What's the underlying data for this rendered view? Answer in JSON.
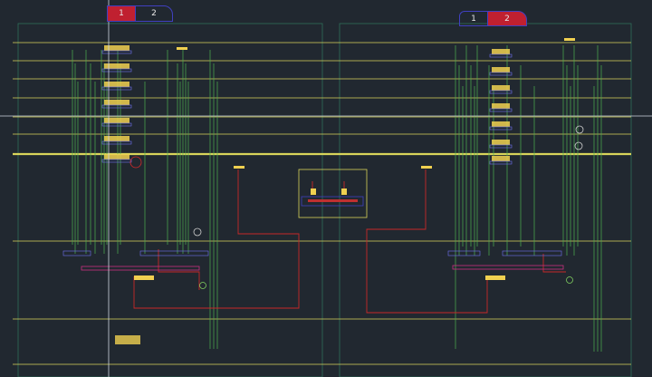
{
  "drawing": {
    "background": "#212830",
    "colors": {
      "level_line": "#d8d45a",
      "pipe_green": "#4caf50",
      "pipe_red": "#d42a2a",
      "equipment_yellow": "#f0d050",
      "frame": "#2f6f5a",
      "crosshair": "#cfd6e0",
      "tab_border": "#4040c0",
      "tab_active": "#c02030"
    },
    "left_tabs": [
      {
        "label": "1",
        "active": true
      },
      {
        "label": "2",
        "active": false
      }
    ],
    "right_tabs": [
      {
        "label": "1",
        "active": false
      },
      {
        "label": "2",
        "active": true
      }
    ],
    "level_labels": [
      "",
      "",
      "",
      "",
      "",
      "",
      "",
      "",
      "",
      "",
      ""
    ]
  }
}
